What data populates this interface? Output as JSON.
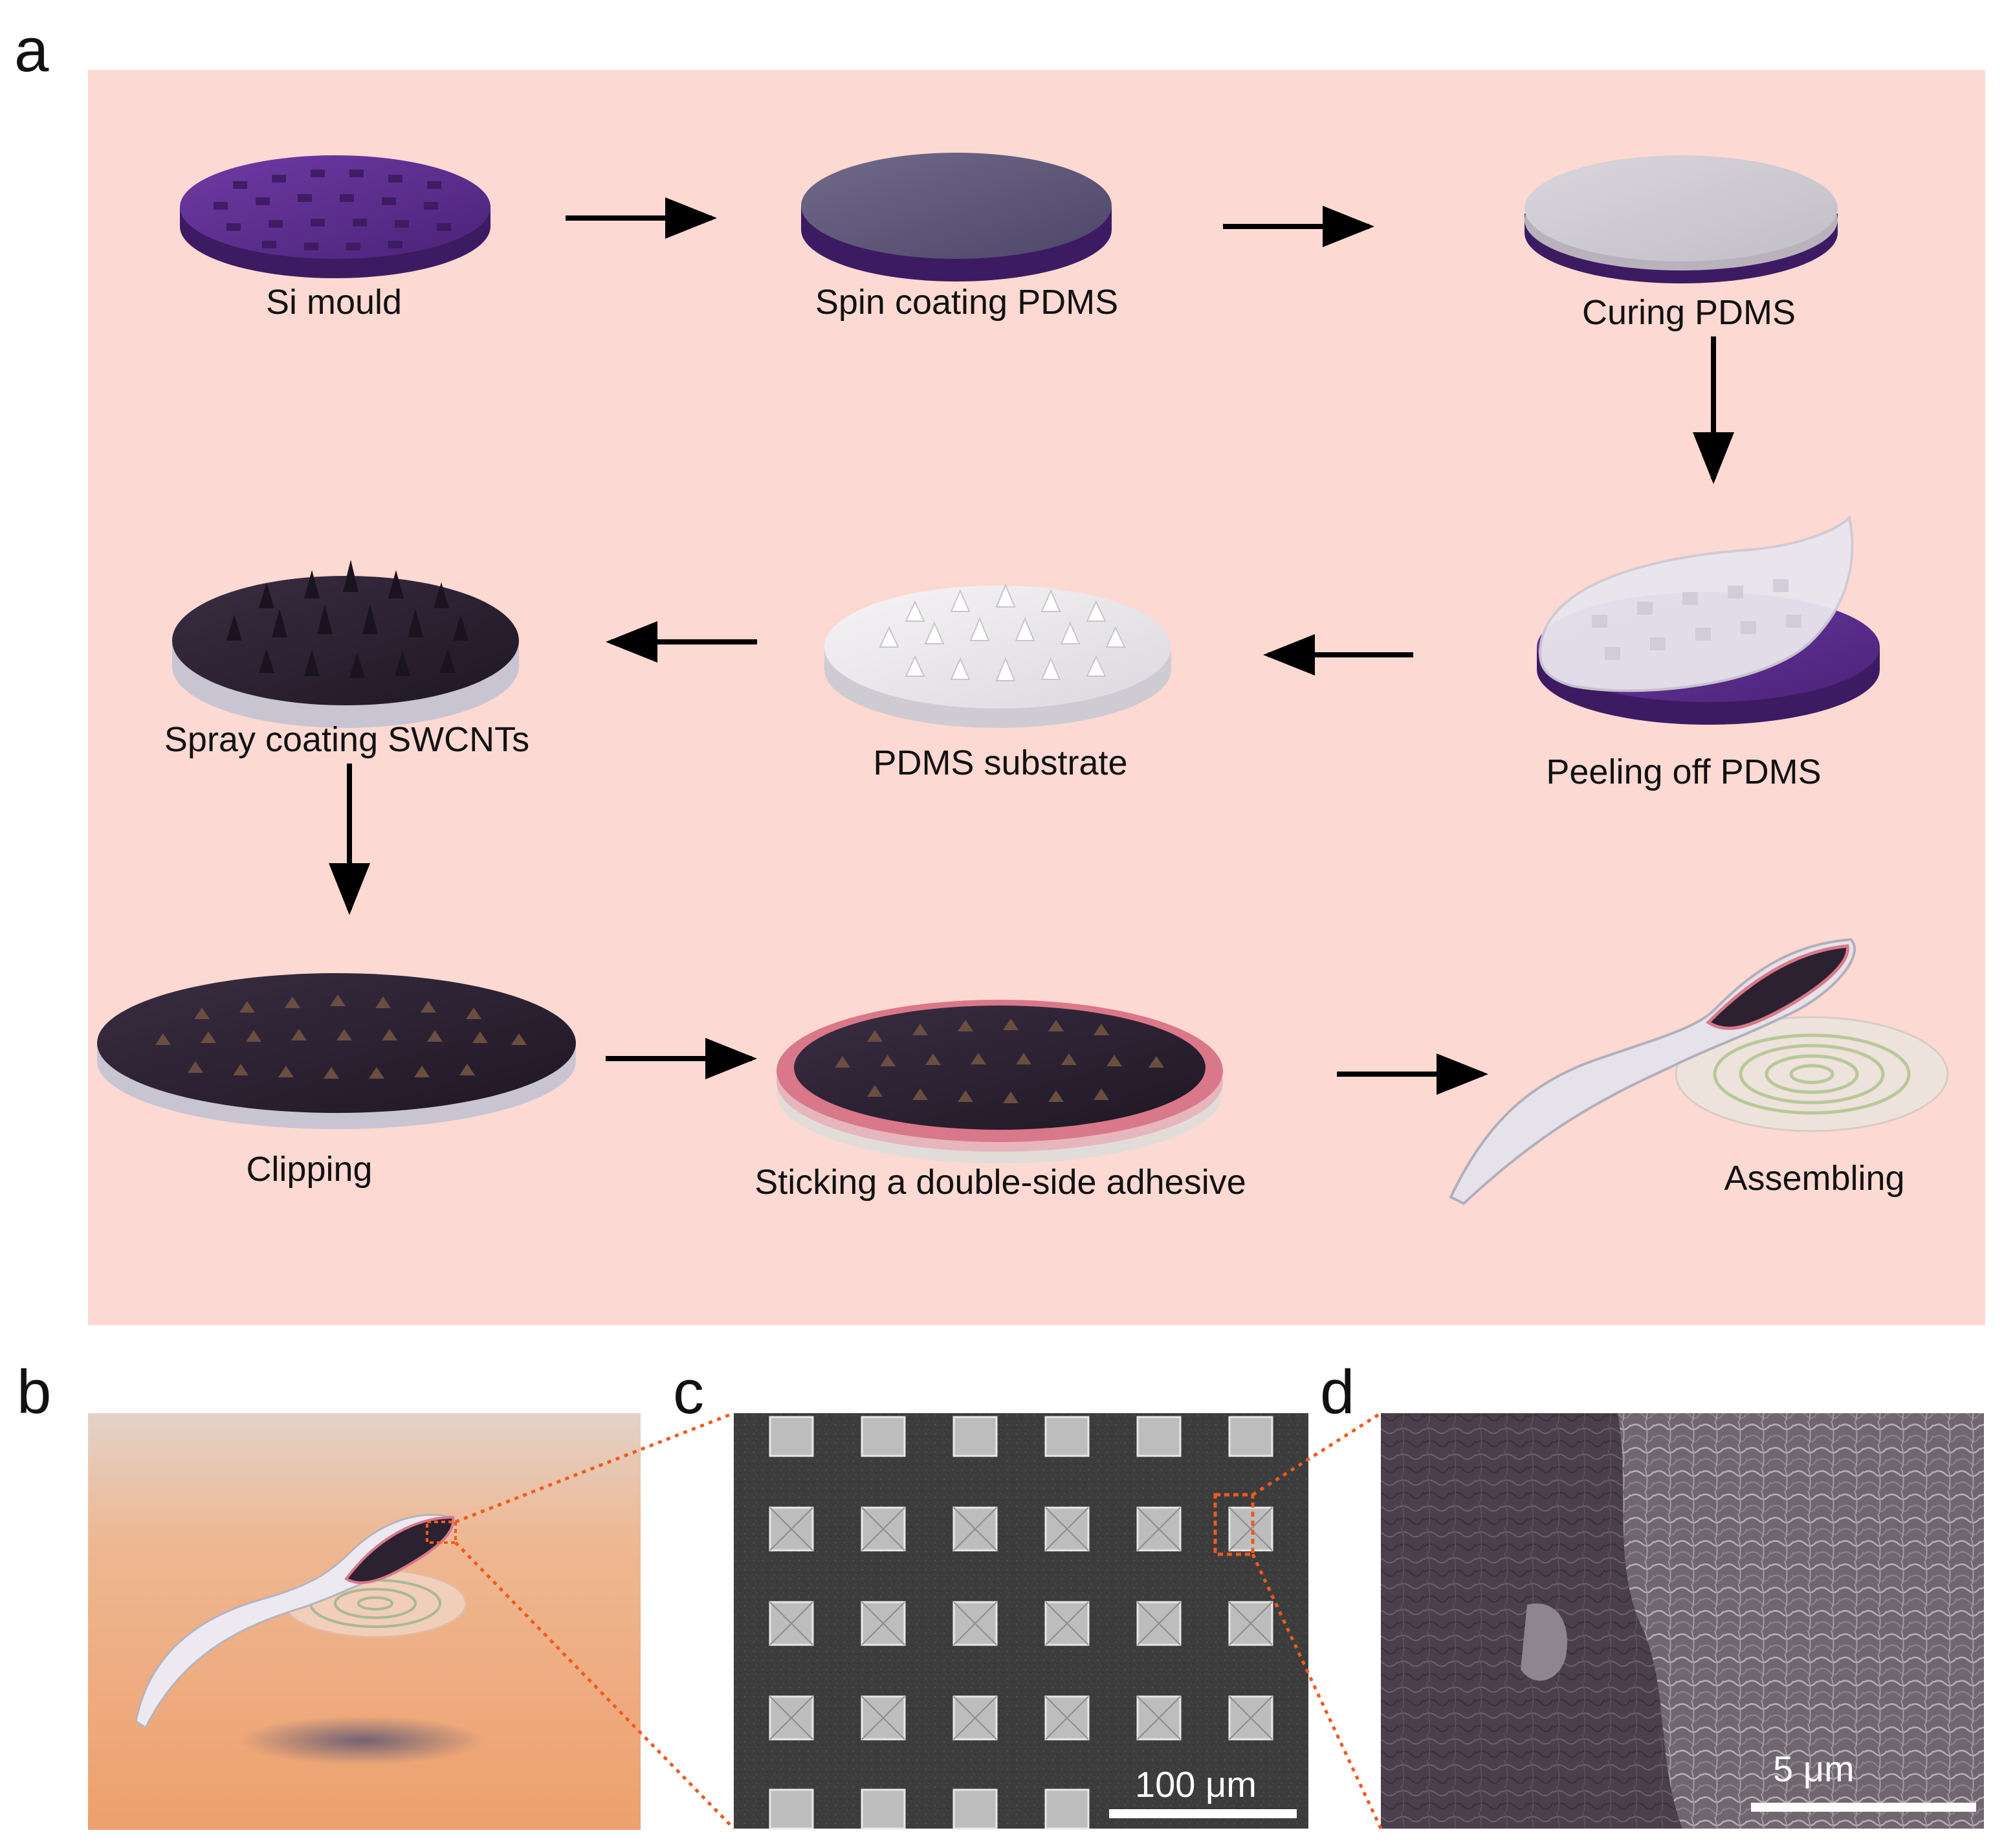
{
  "panel_letters": {
    "a": "a",
    "b": "b",
    "c": "c",
    "d": "d"
  },
  "steps": {
    "si_mould": "Si mould",
    "spin_coating": "Spin coating PDMS",
    "curing": "Curing PDMS",
    "peeling": "Peeling off PDMS",
    "pdms_substrate": "PDMS substrate",
    "spray_coating": "Spray coating SWCNTs",
    "clipping": "Clipping",
    "sticking": "Sticking a double-side adhesive",
    "assembling": "Assembling"
  },
  "scalebars": {
    "c": "100 μm",
    "d": "5 μm"
  },
  "colors": {
    "panel_a_background": "#fdd9d3",
    "si_purple": "#5b2d8e",
    "pdms_white": "#ebe7eb",
    "swcnt_dark": "#2b2130",
    "adhesive_pink": "#d9788a",
    "zoom_dotted": "#f05a1e",
    "sem_background": "#3a3a3a"
  }
}
